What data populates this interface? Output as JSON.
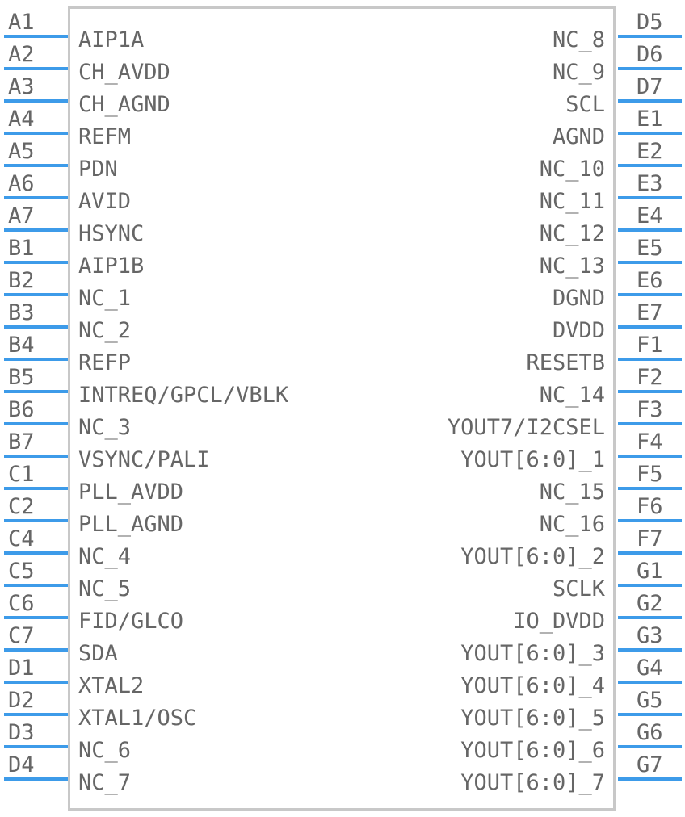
{
  "colors": {
    "pin": "#3d9be9",
    "body_border": "#c8c8c8",
    "text": "#666666"
  },
  "left_pins": [
    {
      "num": "A1",
      "name": "AIP1A"
    },
    {
      "num": "A2",
      "name": "CH_AVDD"
    },
    {
      "num": "A3",
      "name": "CH_AGND"
    },
    {
      "num": "A4",
      "name": "REFM"
    },
    {
      "num": "A5",
      "name": "PDN"
    },
    {
      "num": "A6",
      "name": "AVID"
    },
    {
      "num": "A7",
      "name": "HSYNC"
    },
    {
      "num": "B1",
      "name": "AIP1B"
    },
    {
      "num": "B2",
      "name": "NC_1"
    },
    {
      "num": "B3",
      "name": "NC_2"
    },
    {
      "num": "B4",
      "name": "REFP"
    },
    {
      "num": "B5",
      "name": "INTREQ/GPCL/VBLK"
    },
    {
      "num": "B6",
      "name": "NC_3"
    },
    {
      "num": "B7",
      "name": "VSYNC/PALI"
    },
    {
      "num": "C1",
      "name": "PLL_AVDD"
    },
    {
      "num": "C2",
      "name": "PLL_AGND"
    },
    {
      "num": "C4",
      "name": "NC_4"
    },
    {
      "num": "C5",
      "name": "NC_5"
    },
    {
      "num": "C6",
      "name": "FID/GLCO"
    },
    {
      "num": "C7",
      "name": "SDA"
    },
    {
      "num": "D1",
      "name": "XTAL2"
    },
    {
      "num": "D2",
      "name": "XTAL1/OSC"
    },
    {
      "num": "D3",
      "name": "NC_6"
    },
    {
      "num": "D4",
      "name": "NC_7"
    }
  ],
  "right_pins": [
    {
      "num": "D5",
      "name": "NC_8"
    },
    {
      "num": "D6",
      "name": "NC_9"
    },
    {
      "num": "D7",
      "name": "SCL"
    },
    {
      "num": "E1",
      "name": "AGND"
    },
    {
      "num": "E2",
      "name": "NC_10"
    },
    {
      "num": "E3",
      "name": "NC_11"
    },
    {
      "num": "E4",
      "name": "NC_12"
    },
    {
      "num": "E5",
      "name": "NC_13"
    },
    {
      "num": "E6",
      "name": "DGND"
    },
    {
      "num": "E7",
      "name": "DVDD"
    },
    {
      "num": "F1",
      "name": "RESETB"
    },
    {
      "num": "F2",
      "name": "NC_14"
    },
    {
      "num": "F3",
      "name": "YOUT7/I2CSEL"
    },
    {
      "num": "F4",
      "name": "YOUT[6:0]_1"
    },
    {
      "num": "F5",
      "name": "NC_15"
    },
    {
      "num": "F6",
      "name": "NC_16"
    },
    {
      "num": "F7",
      "name": "YOUT[6:0]_2"
    },
    {
      "num": "G1",
      "name": "SCLK"
    },
    {
      "num": "G2",
      "name": "IO_DVDD"
    },
    {
      "num": "G3",
      "name": "YOUT[6:0]_3"
    },
    {
      "num": "G4",
      "name": "YOUT[6:0]_4"
    },
    {
      "num": "G5",
      "name": "YOUT[6:0]_5"
    },
    {
      "num": "G6",
      "name": "YOUT[6:0]_6"
    },
    {
      "num": "G7",
      "name": "YOUT[6:0]_7"
    }
  ]
}
